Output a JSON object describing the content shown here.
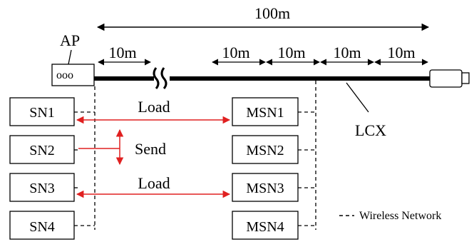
{
  "diagram": {
    "total_length_label": "100m",
    "ap_label": "AP",
    "ap_dots": "ooo",
    "segment_labels": [
      "10m",
      "10m",
      "10m",
      "10m",
      "10m"
    ],
    "cable_label": "LCX",
    "sensor_nodes": [
      "SN1",
      "SN2",
      "SN3",
      "SN4"
    ],
    "mobile_nodes": [
      "MSN1",
      "MSN2",
      "MSN3",
      "MSN4"
    ],
    "links": {
      "load_top": "Load",
      "send": "Send",
      "load_bottom": "Load"
    },
    "legend": {
      "symbol": "- -",
      "label": "Wireless Network"
    },
    "colors": {
      "line": "#000000",
      "accent": "#e02020"
    }
  }
}
